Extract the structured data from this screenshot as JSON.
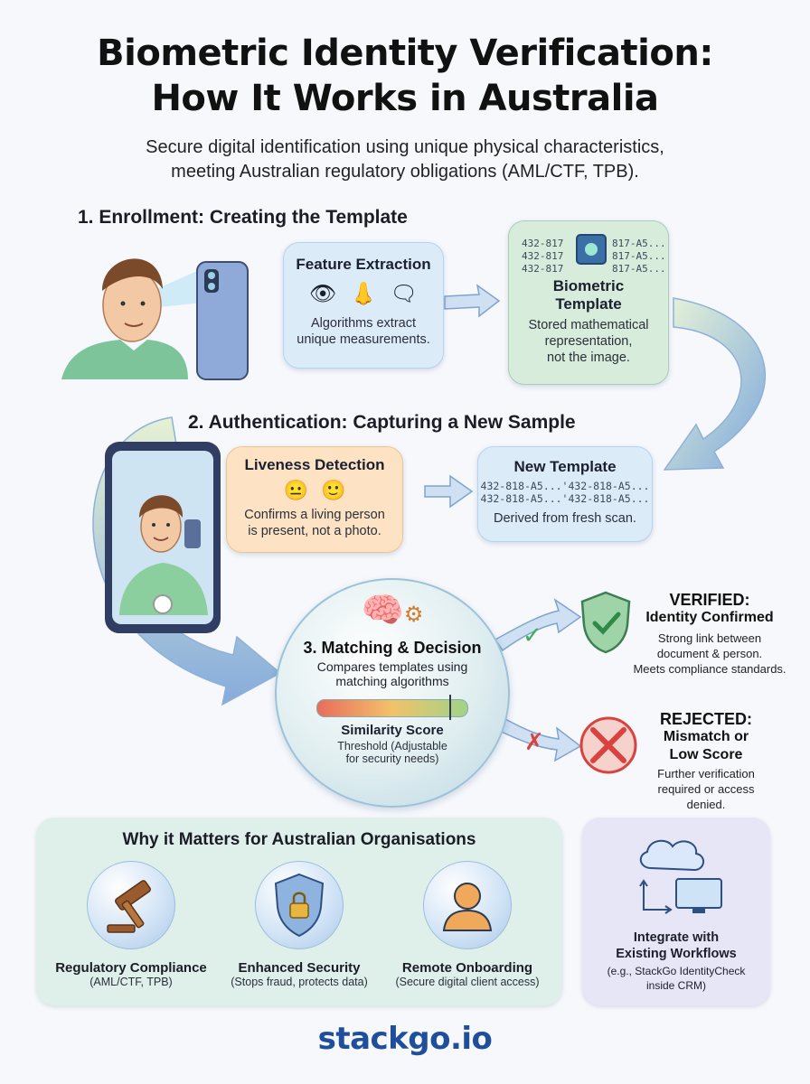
{
  "title_line1": "Biometric Identity Verification:",
  "title_line2": "How It Works in Australia",
  "subtitle_line1": "Secure digital identification using unique physical characteristics,",
  "subtitle_line2": "meeting Australian regulatory obligations (AML/CTF, TPB).",
  "enrollment": {
    "heading": "1. Enrollment: Creating the Template",
    "feature": {
      "title": "Feature Extraction",
      "line1": "Algorithms extract",
      "line2": "unique measurements."
    },
    "template": {
      "codes_left": [
        "432-817",
        "432-817",
        "432-817"
      ],
      "codes_right": [
        "817-A5...",
        "817-A5...",
        "817-A5..."
      ],
      "title_line1": "Biometric",
      "title_line2": "Template",
      "line1": "Stored mathematical",
      "line2": "representation,",
      "line3": "not the image."
    }
  },
  "authentication": {
    "heading": "2. Authentication: Capturing a New Sample",
    "liveness": {
      "title": "Liveness Detection",
      "line1": "Confirms a living person",
      "line2": "is present, not a photo."
    },
    "new_template": {
      "title": "New Template",
      "code1": "432-818-A5...'432-818-A5...",
      "code2": "432-818-A5...'432-818-A5...",
      "caption": "Derived from fresh scan."
    }
  },
  "matching": {
    "title": "3. Matching & Decision",
    "line1": "Compares templates using",
    "line2": "matching algorithms",
    "score_label": "Similarity Score",
    "threshold_line1": "Threshold (Adjustable",
    "threshold_line2": "for security needs)"
  },
  "verified": {
    "title": "VERIFIED:",
    "subtitle": "Identity Confirmed",
    "line1": "Strong link between",
    "line2": "document & person.",
    "line3": "Meets compliance standards."
  },
  "rejected": {
    "title": "REJECTED:",
    "subtitle_line1": "Mismatch or",
    "subtitle_line2": "Low Score",
    "line1": "Further verification",
    "line2": "required or access denied."
  },
  "why": {
    "heading": "Why it Matters for Australian Organisations",
    "items": [
      {
        "label": "Regulatory Compliance",
        "sub": "(AML/CTF, TPB)",
        "icon": "gavel-icon"
      },
      {
        "label": "Enhanced Security",
        "sub": "(Stops fraud, protects data)",
        "icon": "shield-lock-icon"
      },
      {
        "label": "Remote Onboarding",
        "sub": "(Secure digital client access)",
        "icon": "user-icon"
      }
    ]
  },
  "integrate": {
    "line1": "Integrate with",
    "line2": "Existing Workflows",
    "line3": "(e.g., StackGo IdentityCheck",
    "line4": "inside CRM)"
  },
  "logo": "stackgo.io",
  "colors": {
    "accent_blue": "#1f4f9c",
    "verified_green": "#3fae5a",
    "rejected_red": "#d9423f",
    "card_blue": "#dcebf8",
    "card_orange": "#fde3c4"
  }
}
